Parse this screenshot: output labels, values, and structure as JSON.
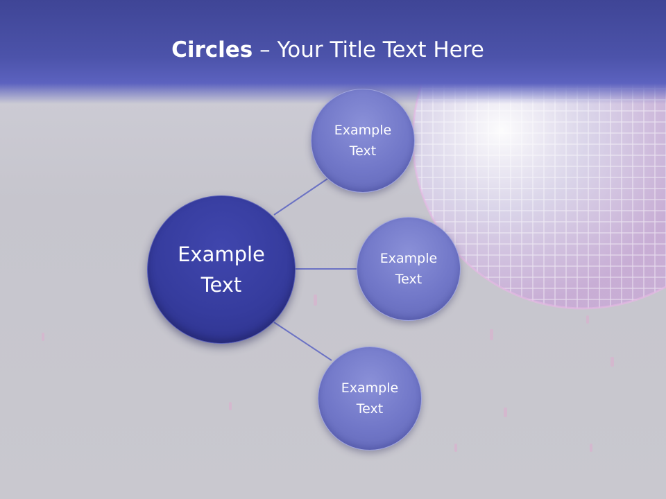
{
  "title": {
    "bold": "Circles",
    "rest": " – Your Title Text Here"
  },
  "diagram": {
    "center": {
      "line1": "Example",
      "line2": "Text"
    },
    "satellites": [
      {
        "line1": "Example",
        "line2": "Text"
      },
      {
        "line1": "Example",
        "line2": "Text"
      },
      {
        "line1": "Example",
        "line2": "Text"
      }
    ]
  },
  "colors": {
    "header": "#4c53aa",
    "center_circle": "#363c9e",
    "satellite_circle": "#7177c8",
    "connector": "#6b72c4"
  }
}
